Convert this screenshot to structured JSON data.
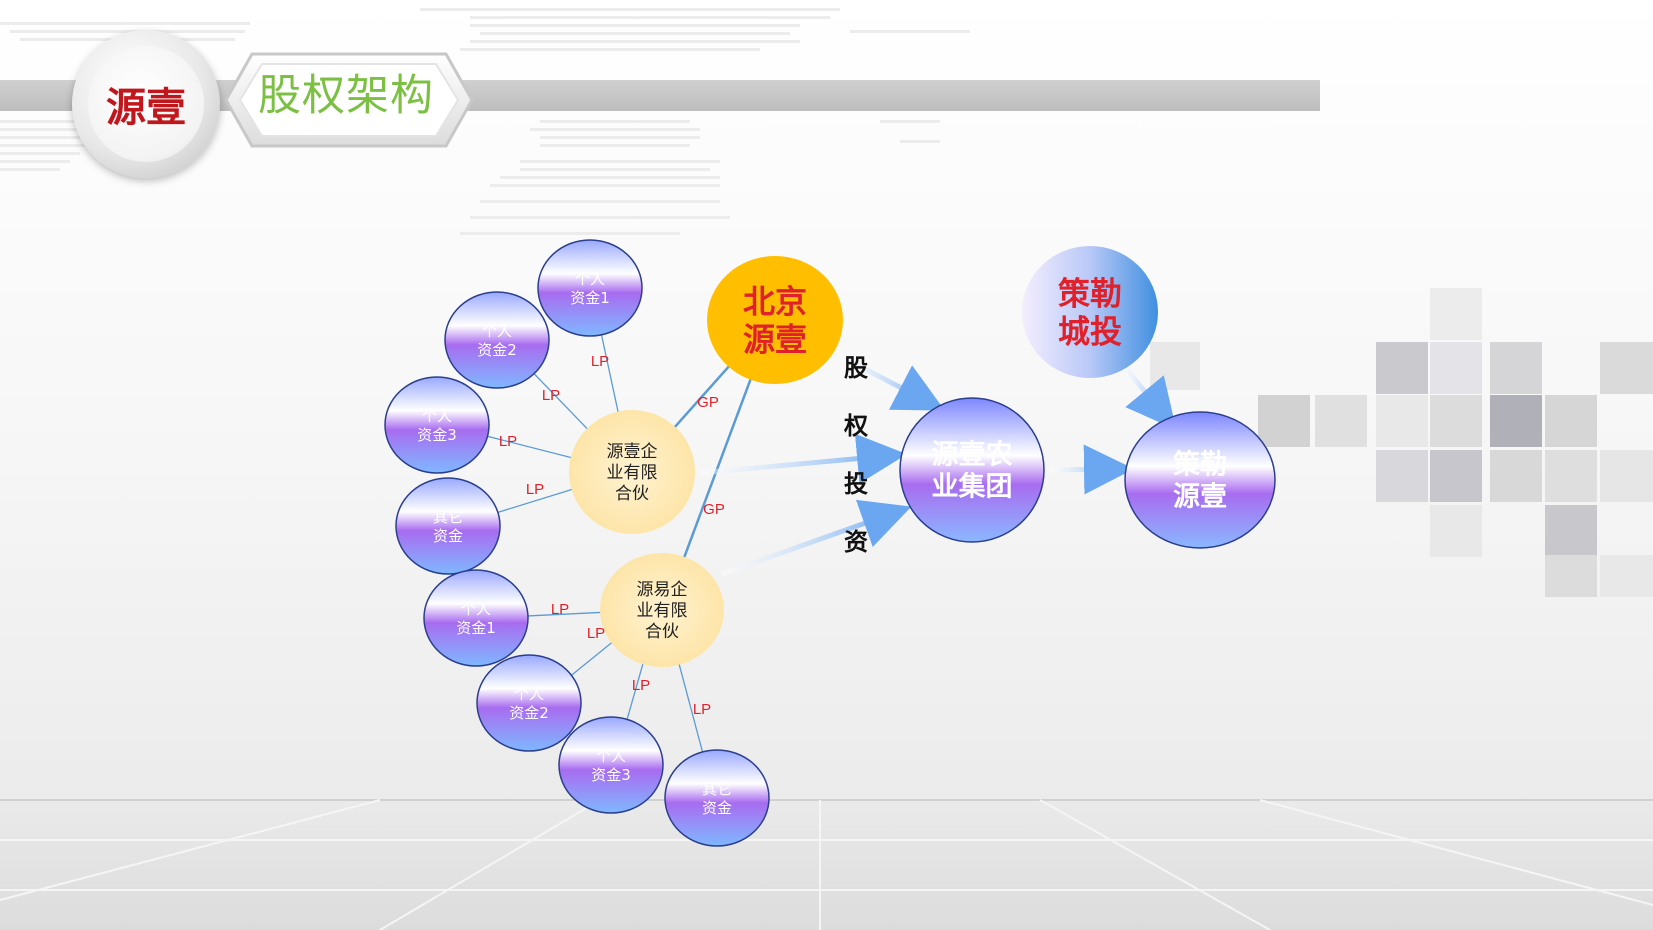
{
  "header": {
    "logo_text": "源壹",
    "title": "股权架构"
  },
  "diagram": {
    "nodes": {
      "beijing": "北京\n源壹",
      "celeno_ct": "策勒\n城投",
      "group": "源壹农\n业集团",
      "celeno_yy": "策勒\n源壹",
      "yy_partner": "源壹企\n业有限\n合伙",
      "yyi_partner": "源易企\n业有限\n合伙",
      "a_p1": "个人\n资金1",
      "a_p2": "个人\n资金2",
      "a_p3": "个人\n资金3",
      "a_other": "其它\n资金",
      "b_p1": "个人\n资金1",
      "b_p2": "个人\n资金2",
      "b_p3": "个人\n资金3",
      "b_other": "其它\n资金"
    },
    "edge_labels": {
      "lp": "LP",
      "gp": "GP"
    },
    "equity_investment": [
      "股",
      "权",
      "投",
      "资"
    ]
  },
  "colors": {
    "logo_red": "#c0161c",
    "title_green": "#7cc043",
    "label_red": "#e0202a",
    "line_blue": "#5b9bd5",
    "beijing_gold": "#ffbf00",
    "partner_cream": "#fde9b0",
    "fund_purple": "#a86cf0"
  }
}
